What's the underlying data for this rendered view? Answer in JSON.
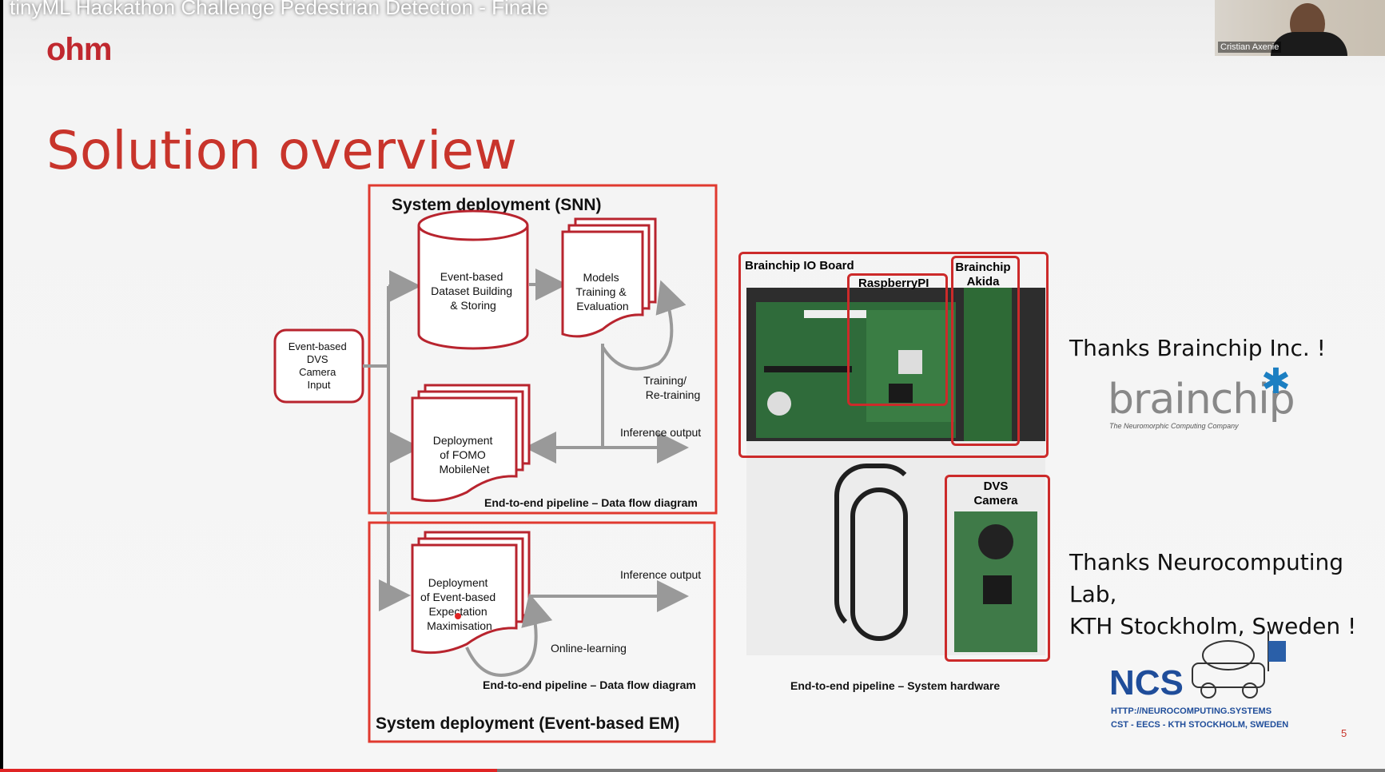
{
  "video": {
    "title": "tinyML Hackathon Challenge Pedestrian Detection - Finale",
    "progress": 0.359
  },
  "webcam": {
    "name": "Cristian Axenie"
  },
  "slide": {
    "logo": "ohm",
    "title": "Solution overview",
    "page_number": "5"
  },
  "diagram": {
    "snn_title": "System deployment (SNN)",
    "input": [
      "Event-based",
      "DVS",
      "Camera",
      "Input"
    ],
    "dataset": [
      "Event-based",
      "Dataset Building",
      "& Storing"
    ],
    "models": [
      "Models",
      "Training &",
      "Evaluation"
    ],
    "training": [
      "Training/",
      "Re-training"
    ],
    "inference_output_1": "Inference output",
    "fomo": [
      "Deployment",
      "of FOMO",
      "MobileNet"
    ],
    "caption_1": "End-to-end pipeline – Data flow diagram",
    "em": [
      "Deployment",
      "of Event-based",
      "Expectation",
      "Maximisation"
    ],
    "inference_output_2": "Inference output",
    "online_learning": "Online-learning",
    "caption_2": "End-to-end pipeline – Data flow diagram",
    "em_title": "System deployment (Event-based EM)"
  },
  "hardware": {
    "io_board": "Brainchip IO Board",
    "raspberry": "RaspberryPI",
    "akida": [
      "Brainchip",
      "Akida"
    ],
    "dvs": [
      "DVS",
      "Camera"
    ],
    "caption": "End-to-end pipeline – System hardware"
  },
  "thanks": {
    "brainchip": "Thanks Brainchip Inc. !",
    "brainchip_logo": "brainchip",
    "brainchip_tagline": "The Neuromorphic Computing Company",
    "lab_line1": "Thanks Neurocomputing Lab,",
    "lab_line2": "KTH Stockholm, Sweden !",
    "ncs_logo": "NCS",
    "ncs_url": "HTTP://NEUROCOMPUTING.SYSTEMS",
    "ncs_sub": "CST - EECS - KTH STOCKHOLM, SWEDEN"
  },
  "colors": {
    "accent": "#c8342b",
    "box": "#e0392f",
    "dark_red": "#b8242e"
  }
}
